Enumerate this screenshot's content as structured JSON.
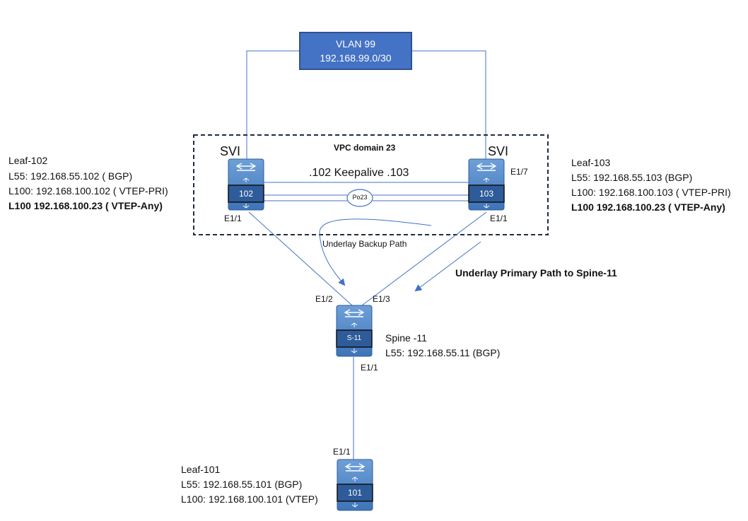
{
  "vlan_box": {
    "title": "VLAN 99",
    "subnet": "192.168.99.0/30"
  },
  "vpc_domain": {
    "title": "VPC domain 23"
  },
  "svi_label": "SVI",
  "keepalive": ".102 Keepalive .103",
  "port_channel": "Po23",
  "leaf_102": {
    "name": "Leaf-102",
    "l55": "L55: 192.168.55.102 ( BGP)",
    "l100": "L100: 192.168.100.102 ( VTEP-PRI)",
    "l100_any": "L100 192.168.100.23 ( VTEP-Any)",
    "device_label": "102",
    "port_e1_1": "E1/1"
  },
  "leaf_103": {
    "name": "Leaf-103",
    "l55": "L55: 192.168.55.103 (BGP)",
    "l100": "L100: 192.168.100.103 ( VTEP-PRI)",
    "l100_any": "L100 192.168.100.23 ( VTEP-Any)",
    "device_label": "103",
    "port_e1_7": "E1/7",
    "port_e1_1": "E1/1"
  },
  "spine_11": {
    "name": "Spine -11",
    "l55": "L55: 192.168.55.11 (BGP)",
    "device_label": "S-11",
    "port_e1_2": "E1/2",
    "port_e1_3": "E1/3",
    "port_e1_1": "E1/1"
  },
  "leaf_101": {
    "name": "Leaf-101",
    "l55": "L55: 192.168.55.101 (BGP)",
    "l100": "L100: 192.168.100.101  (VTEP)",
    "device_label": "101",
    "port_e1_1": "E1/1"
  },
  "paths": {
    "backup": "Underlay Backup Path",
    "primary": "Underlay Primary Path to Spine-11"
  },
  "colors": {
    "device_fill": "#4a86c8",
    "device_label_fill": "#2e5b9a",
    "line": "#4472c4",
    "vlan_fill": "#4472c4"
  },
  "icons": {
    "switch": "network-switch-icon"
  }
}
